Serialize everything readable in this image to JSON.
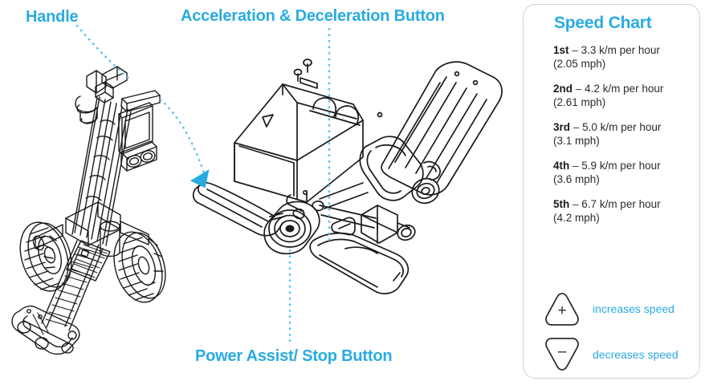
{
  "callouts": {
    "handle": "Handle",
    "acceleration": "Acceleration & Deceleration Button",
    "power": "Power Assist/ Stop Button"
  },
  "speed_card": {
    "title": "Speed Chart",
    "rows": [
      {
        "ordinal": "1st",
        "dash": "–",
        "kph": "3.3 k/m per hour",
        "mph": "(2.05 mph)"
      },
      {
        "ordinal": "2nd",
        "dash": "–",
        "kph": "4.2 k/m per hour",
        "mph": "(2.61 mph)"
      },
      {
        "ordinal": "3rd",
        "dash": "–",
        "kph": "5.0 k/m per hour",
        "mph": "(3.1 mph)"
      },
      {
        "ordinal": "4th",
        "dash": "–",
        "kph": "5.9 k/m per hour",
        "mph": "(3.6 mph)"
      },
      {
        "ordinal": "5th",
        "dash": "–",
        "kph": "6.7 k/m per hour",
        "mph": "(4.2 mph)"
      }
    ],
    "controls": [
      {
        "glyph": "+",
        "label": "increases speed",
        "icon": "plus-triangle-up-icon"
      },
      {
        "glyph": "–",
        "label": "decreases speed",
        "icon": "minus-triangle-down-icon"
      }
    ]
  },
  "colors": {
    "accent": "#29abe2",
    "card_border": "#cfd4d8",
    "line_art": "#1a1a1a",
    "body_text": "#2b2b2b"
  },
  "illustration": {
    "left_figure": "golf-trolley-full-view",
    "center_figure": "handle-control-assembly-detail"
  }
}
